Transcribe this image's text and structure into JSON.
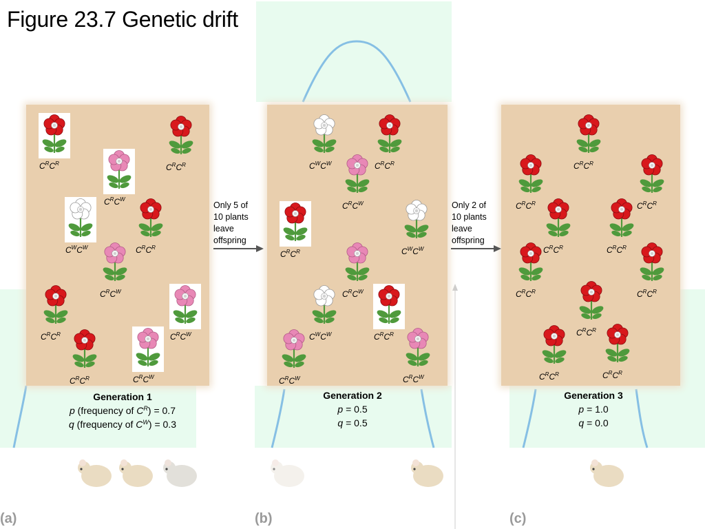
{
  "title": "Figure 23.7 Genetic drift",
  "notes": {
    "first": [
      "Only 5 of",
      "10 plants",
      "leave",
      "offspring"
    ],
    "second": [
      "Only 2 of",
      "10 plants",
      "leave",
      "offspring"
    ]
  },
  "part_labels": [
    "(a)",
    "(b)",
    "(c)"
  ],
  "generations": [
    {
      "heading": "Generation 1",
      "p_line": {
        "var": "p",
        "pre": " (frequency of ",
        "allele": "R",
        "post": ") = 0.7"
      },
      "q_line": {
        "var": "q",
        "pre": " (frequency of ",
        "allele": "W",
        "post": ") = 0.3"
      },
      "plants": [
        {
          "genotype": [
            "R",
            "R"
          ],
          "color": "red",
          "boxed": true
        },
        {
          "genotype": [
            "R",
            "R"
          ],
          "color": "red",
          "boxed": false
        },
        {
          "genotype": [
            "R",
            "W"
          ],
          "color": "pink",
          "boxed": true
        },
        {
          "genotype": [
            "W",
            "W"
          ],
          "color": "white",
          "boxed": true
        },
        {
          "genotype": [
            "R",
            "R"
          ],
          "color": "red",
          "boxed": false
        },
        {
          "genotype": [
            "R",
            "W"
          ],
          "color": "pink",
          "boxed": false
        },
        {
          "genotype": [
            "R",
            "W"
          ],
          "color": "pink",
          "boxed": true
        },
        {
          "genotype": [
            "R",
            "R"
          ],
          "color": "red",
          "boxed": false
        },
        {
          "genotype": [
            "R",
            "R"
          ],
          "color": "red",
          "boxed": false
        },
        {
          "genotype": [
            "R",
            "W"
          ],
          "color": "pink",
          "boxed": true
        }
      ]
    },
    {
      "heading": "Generation 2",
      "p_line": {
        "var": "p",
        "pre": "",
        "allele": "",
        "post": " = 0.5"
      },
      "q_line": {
        "var": "q",
        "pre": "",
        "allele": "",
        "post": " = 0.5"
      },
      "plants": [
        {
          "genotype": [
            "W",
            "W"
          ],
          "color": "white",
          "boxed": false
        },
        {
          "genotype": [
            "R",
            "R"
          ],
          "color": "red",
          "boxed": false
        },
        {
          "genotype": [
            "R",
            "W"
          ],
          "color": "pink",
          "boxed": false
        },
        {
          "genotype": [
            "R",
            "R"
          ],
          "color": "red",
          "boxed": true
        },
        {
          "genotype": [
            "W",
            "W"
          ],
          "color": "white",
          "boxed": false
        },
        {
          "genotype": [
            "R",
            "W"
          ],
          "color": "pink",
          "boxed": false
        },
        {
          "genotype": [
            "W",
            "W"
          ],
          "color": "white",
          "boxed": false
        },
        {
          "genotype": [
            "R",
            "R"
          ],
          "color": "red",
          "boxed": true
        },
        {
          "genotype": [
            "R",
            "W"
          ],
          "color": "pink",
          "boxed": false
        },
        {
          "genotype": [
            "R",
            "W"
          ],
          "color": "pink",
          "boxed": false
        }
      ]
    },
    {
      "heading": "Generation 3",
      "p_line": {
        "var": "p",
        "pre": "",
        "allele": "",
        "post": " = 1.0"
      },
      "q_line": {
        "var": "q",
        "pre": "",
        "allele": "",
        "post": " = 0.0"
      },
      "plants": [
        {
          "genotype": [
            "R",
            "R"
          ],
          "color": "red",
          "boxed": false
        },
        {
          "genotype": [
            "R",
            "R"
          ],
          "color": "red",
          "boxed": false
        },
        {
          "genotype": [
            "R",
            "R"
          ],
          "color": "red",
          "boxed": false
        },
        {
          "genotype": [
            "R",
            "R"
          ],
          "color": "red",
          "boxed": false
        },
        {
          "genotype": [
            "R",
            "R"
          ],
          "color": "red",
          "boxed": false
        },
        {
          "genotype": [
            "R",
            "R"
          ],
          "color": "red",
          "boxed": false
        },
        {
          "genotype": [
            "R",
            "R"
          ],
          "color": "red",
          "boxed": false
        },
        {
          "genotype": [
            "R",
            "R"
          ],
          "color": "red",
          "boxed": false
        },
        {
          "genotype": [
            "R",
            "R"
          ],
          "color": "red",
          "boxed": false
        },
        {
          "genotype": [
            "R",
            "R"
          ],
          "color": "red",
          "boxed": false
        }
      ]
    }
  ],
  "colors": {
    "panel": "#e9cfae",
    "red": "#d8181c",
    "pink": "#e888b6",
    "white": "#ffffff",
    "leaf": "#4f9a3c",
    "background_panel": "#e8fbef",
    "curve": "#86bfe4"
  }
}
